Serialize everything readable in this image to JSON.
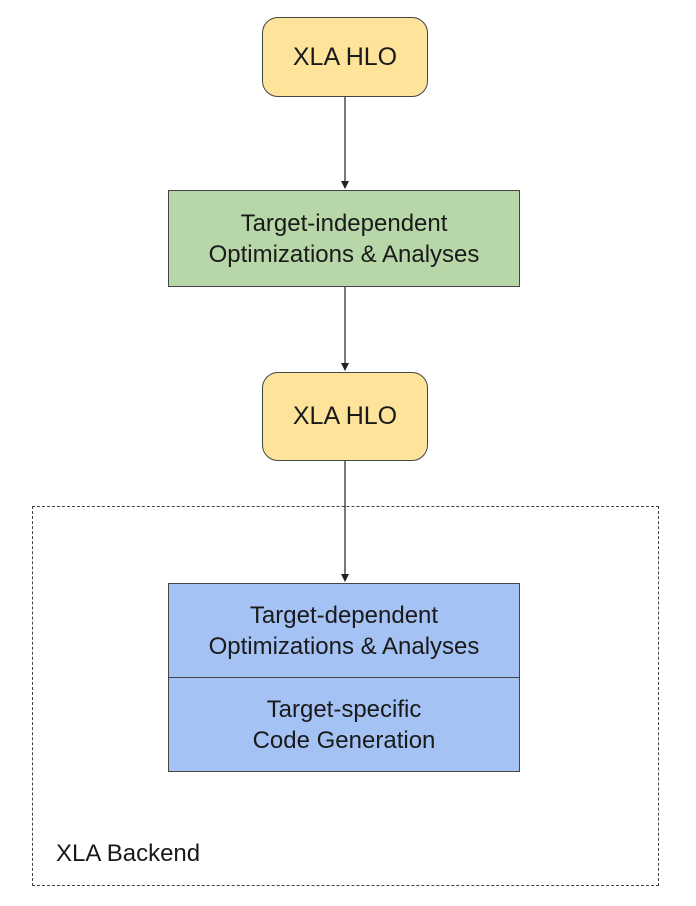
{
  "nodes": {
    "hlo_input": {
      "label": "XLA HLO"
    },
    "target_independent": {
      "lines": [
        "Target-independent",
        "Optimizations & Analyses"
      ]
    },
    "hlo_optimized": {
      "label": "XLA HLO"
    },
    "target_dependent": {
      "lines": [
        "Target-dependent",
        "Optimizations & Analyses"
      ]
    },
    "code_generation": {
      "lines": [
        "Target-specific",
        "Code Generation"
      ]
    }
  },
  "groups": {
    "backend": {
      "label": "XLA Backend"
    }
  },
  "edges": [
    {
      "from": "hlo_input",
      "to": "target_independent"
    },
    {
      "from": "target_independent",
      "to": "hlo_optimized"
    },
    {
      "from": "hlo_optimized",
      "to": "target_dependent"
    }
  ],
  "colors": {
    "hlo": "#fde49a",
    "target_independent": "#b7d7a8",
    "backend_blocks": "#a4c2f4",
    "stroke": "#444444"
  }
}
